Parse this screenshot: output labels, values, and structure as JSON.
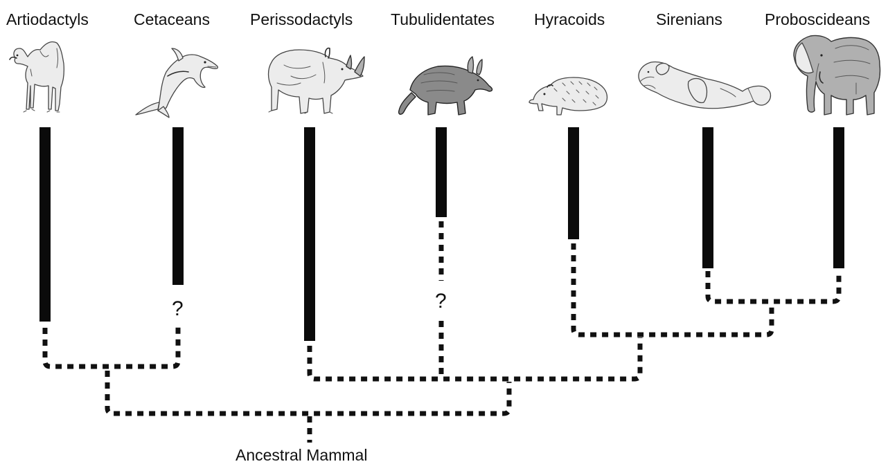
{
  "diagram": {
    "taxa": [
      {
        "id": "artiodactyls",
        "label": "Artiodactyls",
        "icon": "camel-icon"
      },
      {
        "id": "cetaceans",
        "label": "Cetaceans",
        "icon": "dolphin-icon"
      },
      {
        "id": "perissodactyls",
        "label": "Perissodactyls",
        "icon": "rhinoceros-icon"
      },
      {
        "id": "tubulidentates",
        "label": "Tubulidentates",
        "icon": "aardvark-icon"
      },
      {
        "id": "hyracoids",
        "label": "Hyracoids",
        "icon": "hyrax-icon"
      },
      {
        "id": "sirenians",
        "label": "Sirenians",
        "icon": "manatee-icon"
      },
      {
        "id": "proboscideans",
        "label": "Proboscideans",
        "icon": "elephant-icon"
      }
    ],
    "uncertain_marks": {
      "cetaceans": "?",
      "tubulidentates": "?"
    },
    "root": {
      "label": "Ancestral Mammal"
    },
    "colors": {
      "ink": "#111111",
      "bar": "#0b0b0b",
      "background": "#ffffff"
    }
  }
}
